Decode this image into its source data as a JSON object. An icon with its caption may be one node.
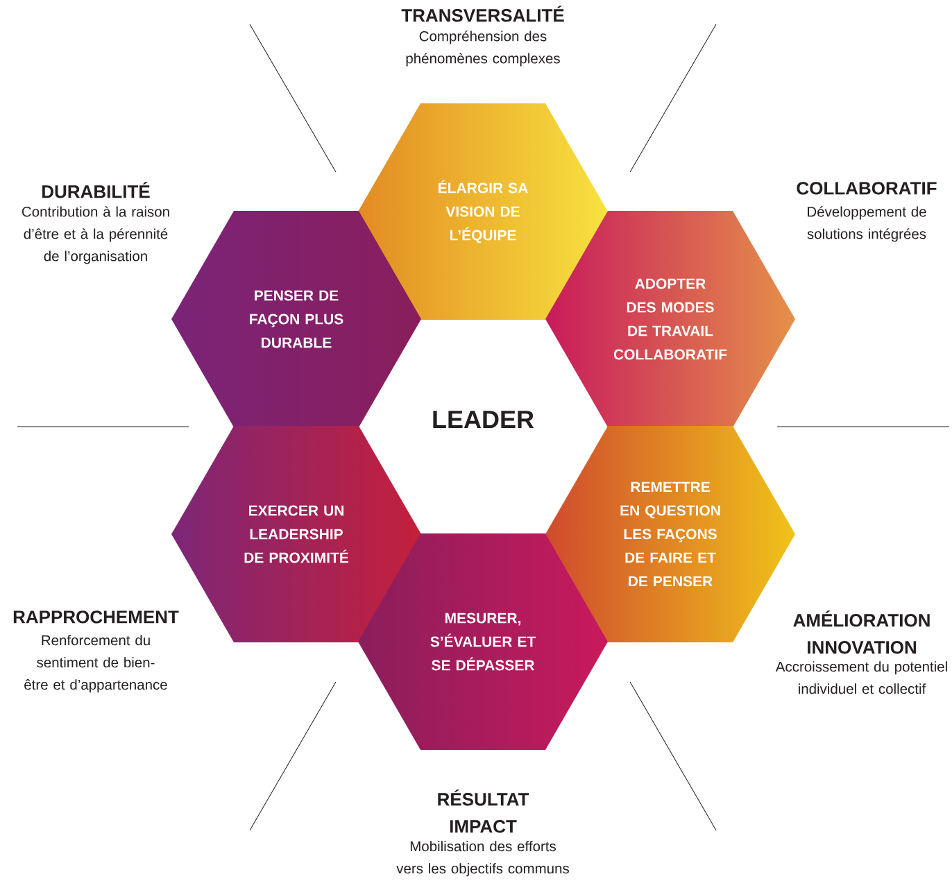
{
  "diagram": {
    "nodes": [
      {
        "text": [
          "ÉLARGIR SA VISION DE L’ÉQUIPE"
        ]
      },
      {
        "text": [
          "PENSER DE FAÇON PLUS DURABLE"
        ]
      },
      {
        "text": [
          "ADOPTER DES MODES DE TRAVAIL COLLABORATIF"
        ]
      },
      {
        "text": [
          "EXERCER UN LEADERSHIP DE PROXIMITÉ"
        ]
      },
      {
        "text": [
          "REMETTRE EN QUESTION LES FAÇONS DE FAIRE ET DE PENSER"
        ]
      },
      {
        "text": [
          "MESURER, S’ÉVALUER ET SE DÉPASSER"
        ]
      }
    ],
    "labels": [
      "TRANSVERSALITÉ",
      "Compréhension des phénomènes complexes",
      "DURABILITÉ",
      "Contribution à la raison d’être et à la pérennité de l’organisation",
      "COLLABORATIF",
      "Développement de solutions intégrées",
      "LEADER",
      "RAPPROCHEMENT",
      "Renforcement du sentiment de bien-être et d’appartenance",
      "AMÉLIORATION INNOVATION",
      "Accroissement du potentiel individuel et collectif",
      "RÉSULTAT IMPACT",
      "Mobilisation des efforts vers les objectifs communs"
    ]
  }
}
